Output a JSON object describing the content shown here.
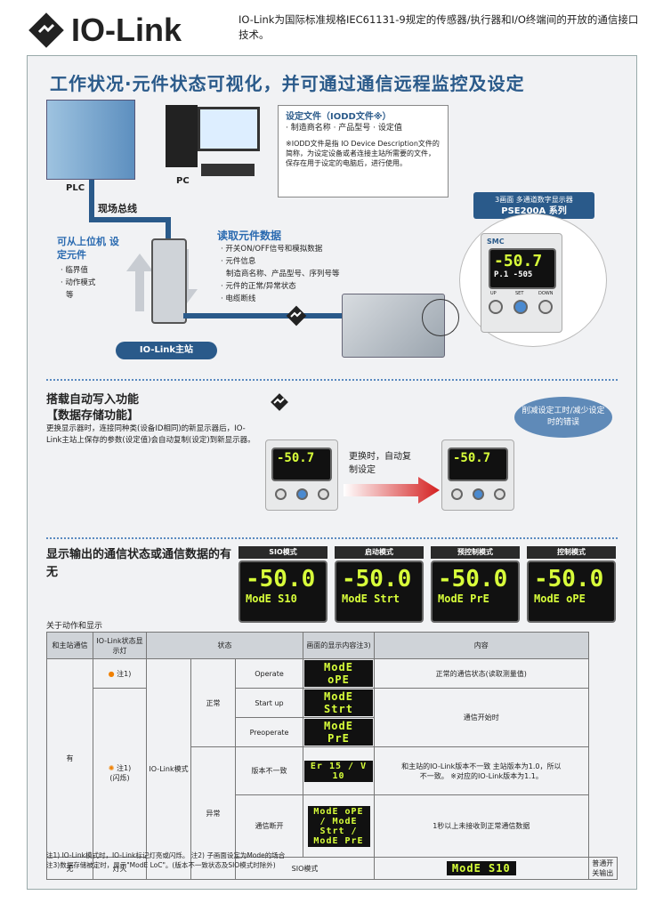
{
  "brand": "IO-Link",
  "intro": "IO-Link为国际标准规格IEC61131-9规定的传感器/执行器和I/O终端间的开放的通信接口技术。",
  "headline": "工作状况·元件状态可视化，并可通过通信远程监控及设定",
  "plc_label": "PLC",
  "pc_label": "PC",
  "fieldbus_label": "现场总线",
  "iodd": {
    "title": "设定文件（IODD文件※）",
    "items": "· 制造商名称 · 产品型号 · 设定值",
    "note": "※IODD文件是指 IO Device Description文件的简称，为设定设备或者连接主站所需要的文件，保存在用于设定的电脑后，进行使用。"
  },
  "left_block": {
    "title": "可从上位机 设定元件",
    "items": [
      "· 临界值",
      "· 动作模式",
      "等"
    ]
  },
  "read_block": {
    "title": "读取元件数据",
    "items": [
      "· 开关ON/OFF信号和模拟数据",
      "· 元件信息",
      "制造商名称、产品型号、序列号等",
      "· 元件的正常/异常状态",
      "· 电缆断线"
    ]
  },
  "master_label": "IO-Link主站",
  "product": {
    "tag": "3画面 多通道数字显示器",
    "model": "PSE200A 系列",
    "display": "-50.7",
    "sub": "P.1  -505",
    "brand": "SMC",
    "btn_up": "UP",
    "btn_set": "SET",
    "btn_down": "DOWN"
  },
  "auto_write": {
    "title": "搭载自动写入功能",
    "subtitle": "【数据存储功能】",
    "desc": "更换显示器时，连接同种类(设备ID相同)的新显示器后，IO-Link主站上保存的参数(设定值)会自动复制(设定)到新显示器。",
    "arrow_label": "更换时，自动复制设定",
    "bubble": "削减设定工时/减少设定时的错误"
  },
  "comm_section": {
    "title": "显示输出的通信状态或通信数据的有无",
    "modes": [
      {
        "name": "SIO模式",
        "main": "-50.0",
        "sub": "ModE S10"
      },
      {
        "name": "启动模式",
        "main": "-50.0",
        "sub": "ModE Strt"
      },
      {
        "name": "预控制模式",
        "main": "-50.0",
        "sub": "ModE PrE"
      },
      {
        "name": "控制模式",
        "main": "-50.0",
        "sub": "ModE oPE"
      }
    ]
  },
  "table": {
    "caption": "关于动作和显示",
    "headers": [
      "和主站通信",
      "IO-Link状态显示灯",
      "状态",
      "画面的显示内容注3)",
      "内容"
    ],
    "yes": "有",
    "no": "无",
    "note1": "注1)",
    "blink": "(闪烁)",
    "io_mode": "IO-Link模式",
    "normal": "正常",
    "abnormal": "异常",
    "rows": [
      {
        "state": "Operate",
        "disp": "ModE oPE",
        "content": "正常的通信状态(读取测量值)"
      },
      {
        "state": "Start up",
        "disp": "ModE Strt",
        "content": "通信开始时"
      },
      {
        "state": "Preoperate",
        "disp": "ModE PrE",
        "content": ""
      },
      {
        "state": "版本不一致",
        "disp": "Er 15 / V 10",
        "content": "和主站的IO-Link版本不一致 主站版本为1.0，所以不一致。 ※对应的IO-Link版本为1.1。"
      },
      {
        "state": "通信断开",
        "disp": "ModE oPE / ModE Strt / ModE PrE",
        "content": "1秒以上未接收到正常通信数据"
      },
      {
        "light": "灯灭",
        "state": "SIO模式",
        "disp": "ModE S10",
        "content": "普通开关输出"
      }
    ]
  },
  "notes": [
    "注1) IO-Link模式时，IO-Link标记灯亮或闪烁。 注2) 子画面设定为Mode的场合",
    "注3)数据存储被定时，显示\"ModE LoC\"。(版本不一致状态及SIO模式时除外)"
  ],
  "colors": {
    "accent": "#2a5a8a",
    "lcd": "#d8ff3a",
    "arrow_red": "#d42020"
  }
}
